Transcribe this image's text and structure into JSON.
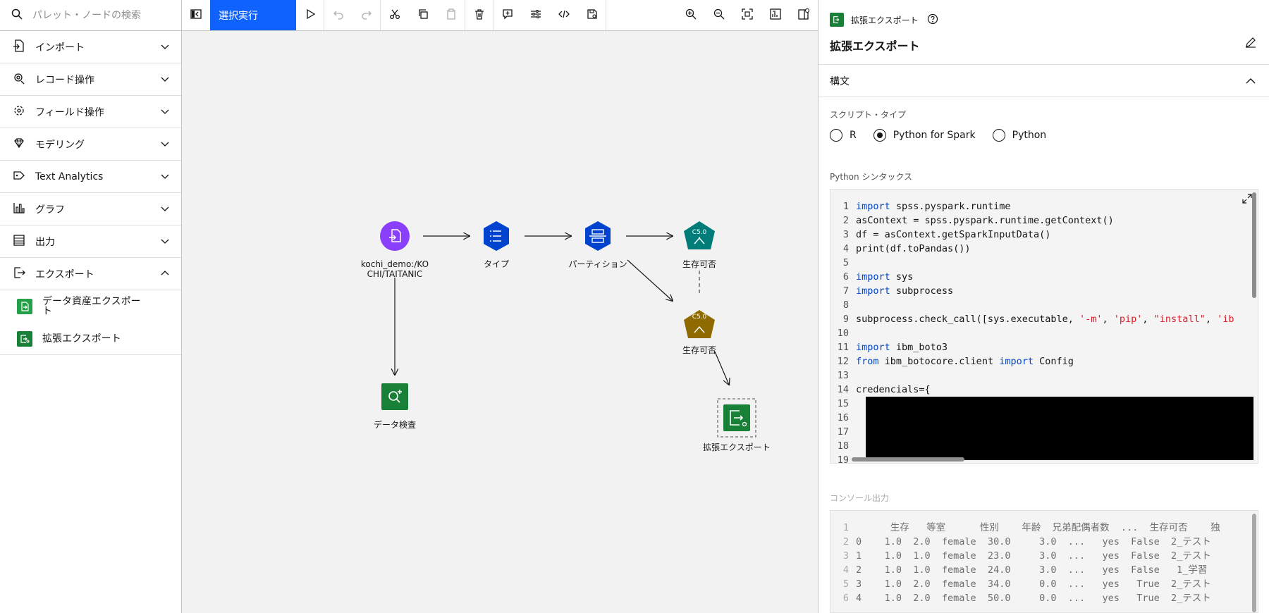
{
  "palette": {
    "search_placeholder": "パレット・ノードの検索",
    "categories": [
      {
        "label": "インポート"
      },
      {
        "label": "レコード操作"
      },
      {
        "label": "フィールド操作"
      },
      {
        "label": "モデリング"
      },
      {
        "label": "Text Analytics"
      },
      {
        "label": "グラフ"
      },
      {
        "label": "出力"
      },
      {
        "label": "エクスポート"
      }
    ],
    "export_items": [
      {
        "label": "データ資産エクスポート"
      },
      {
        "label": "拡張エクスポート"
      }
    ]
  },
  "toolbar": {
    "run_label": "選択実行"
  },
  "canvas": {
    "nodes": {
      "source": "kochi_demo:/KOCHI/TAITANIC",
      "type": "タイプ",
      "partition": "パーティション",
      "c50_model_top": "生存可否",
      "c50_model_bottom": "生存可否",
      "data_audit": "データ検査",
      "ext_export": "拡張エクスポート",
      "c50_badge": "C5.0"
    }
  },
  "props": {
    "subheader": "拡張エクスポート",
    "title": "拡張エクスポート",
    "section": "構文",
    "script_type_label": "スクリプト・タイプ",
    "radios": [
      {
        "label": "R",
        "selected": false
      },
      {
        "label": "Python for Spark",
        "selected": true
      },
      {
        "label": "Python",
        "selected": false
      }
    ],
    "syntax_label": "Python シンタックス",
    "console_label": "コンソール出力"
  },
  "code_lines": [
    {
      "n": "1",
      "kw": "import",
      "rest": " spss.pyspark.runtime"
    },
    {
      "n": "2",
      "kw": "",
      "rest": "asContext = spss.pyspark.runtime.getContext()"
    },
    {
      "n": "3",
      "kw": "",
      "rest": "df = asContext.getSparkInputData()"
    },
    {
      "n": "4",
      "kw": "",
      "rest": "print(df.toPandas())"
    },
    {
      "n": "5",
      "kw": "",
      "rest": ""
    },
    {
      "n": "6",
      "kw": "import",
      "rest": " sys"
    },
    {
      "n": "7",
      "kw": "import",
      "rest": " subprocess"
    },
    {
      "n": "8",
      "kw": "",
      "rest": ""
    },
    {
      "n": "9",
      "kw": "",
      "rest": "subprocess.check_call([sys.executable, "
    },
    {
      "n": "10",
      "kw": "",
      "rest": ""
    },
    {
      "n": "11",
      "kw": "import",
      "rest": " ibm_boto3"
    },
    {
      "n": "12",
      "kw": "from",
      "rest": " ibm_botocore.client "
    },
    {
      "n": "13",
      "kw": "",
      "rest": ""
    },
    {
      "n": "14",
      "kw": "",
      "rest": "credencials={"
    },
    {
      "n": "15",
      "kw": "",
      "rest": ""
    },
    {
      "n": "16",
      "kw": "",
      "rest": ""
    },
    {
      "n": "17",
      "kw": "",
      "rest": ""
    },
    {
      "n": "18",
      "kw": "",
      "rest": ""
    },
    {
      "n": "19",
      "kw": "",
      "rest": ""
    }
  ],
  "code_line9_strings": [
    "'-m'",
    "'pip'",
    "\"install\"",
    "'ib"
  ],
  "code_line12_kw2": "import",
  "code_line12_tail": " Config",
  "console_lines": [
    {
      "n": "1",
      "text": "      生存   等室      性別    年齢  兄弟配偶者数  ...  生存可否    独"
    },
    {
      "n": "2",
      "text": "0    1.0  2.0  female  30.0     3.0  ...   yes  False  2_テスト"
    },
    {
      "n": "3",
      "text": "1    1.0  1.0  female  23.0     3.0  ...   yes  False  2_テスト"
    },
    {
      "n": "4",
      "text": "2    1.0  1.0  female  24.0     3.0  ...   yes  False   1_学習"
    },
    {
      "n": "5",
      "text": "3    1.0  2.0  female  34.0     0.0  ...   yes   True  2_テスト"
    },
    {
      "n": "6",
      "text": "4    1.0  2.0  female  50.0     0.0  ...   yes   True  2_テスト"
    }
  ]
}
